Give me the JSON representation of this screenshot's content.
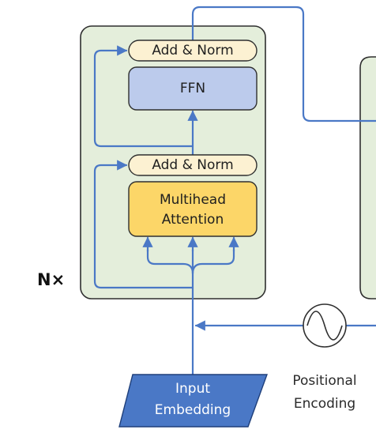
{
  "encoder": {
    "repeat_label": "N×",
    "add_norm_top": "Add & Norm",
    "ffn": "FFN",
    "add_norm_bottom": "Add & Norm",
    "attention_line1": "Multihead",
    "attention_line2": "Attention"
  },
  "input": {
    "line1": "Input",
    "line2": "Embedding"
  },
  "positional": {
    "line1": "Positional",
    "line2": "Encoding"
  },
  "colors": {
    "block_fill": "#e4eedb",
    "add_norm_fill": "#fcf1d2",
    "ffn_fill": "#bccbec",
    "attention_fill": "#fcd668",
    "embedding_fill": "#4a78c6",
    "arrow": "#4a78c6"
  }
}
